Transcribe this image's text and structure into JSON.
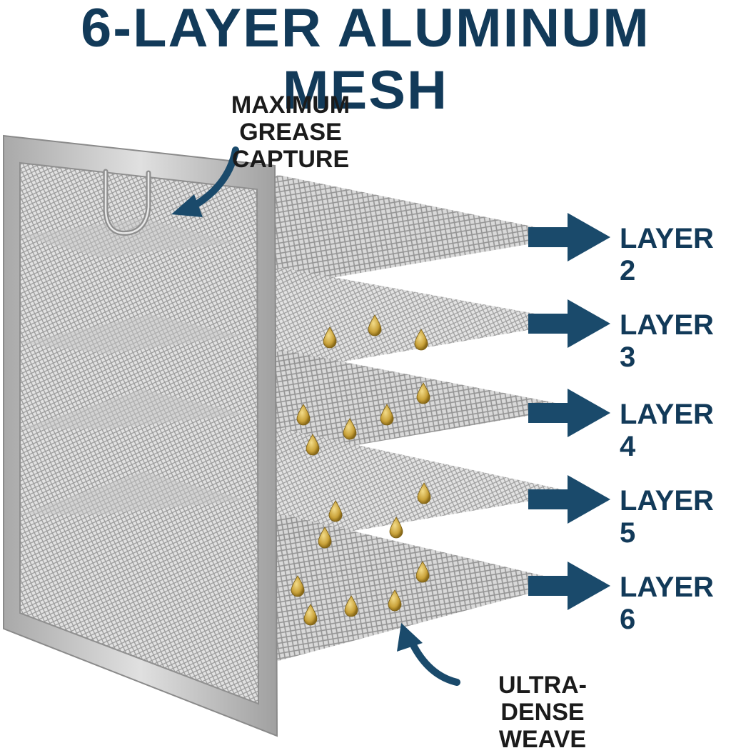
{
  "title": "6-LAYER ALUMINUM MESH",
  "callout_top": {
    "line1": "MAXIMUM",
    "line2": "GREASE CAPTURE"
  },
  "callout_bottom": {
    "line1": "ULTRA-DENSE",
    "line2": "WEAVE"
  },
  "layers": [
    "LAYER 2",
    "LAYER 3",
    "LAYER 4",
    "LAYER 5",
    "LAYER 6"
  ],
  "colors": {
    "navy": "#123a59",
    "arrow": "#1a4a6b",
    "frame": "#c6c6c6",
    "frame_dark": "#9c9c9c",
    "mesh": "#b9b9b9",
    "grease": "#c9a23a"
  },
  "icons": [
    "arrow-right-icon",
    "curved-arrow-icon",
    "grease-drop-icon"
  ]
}
